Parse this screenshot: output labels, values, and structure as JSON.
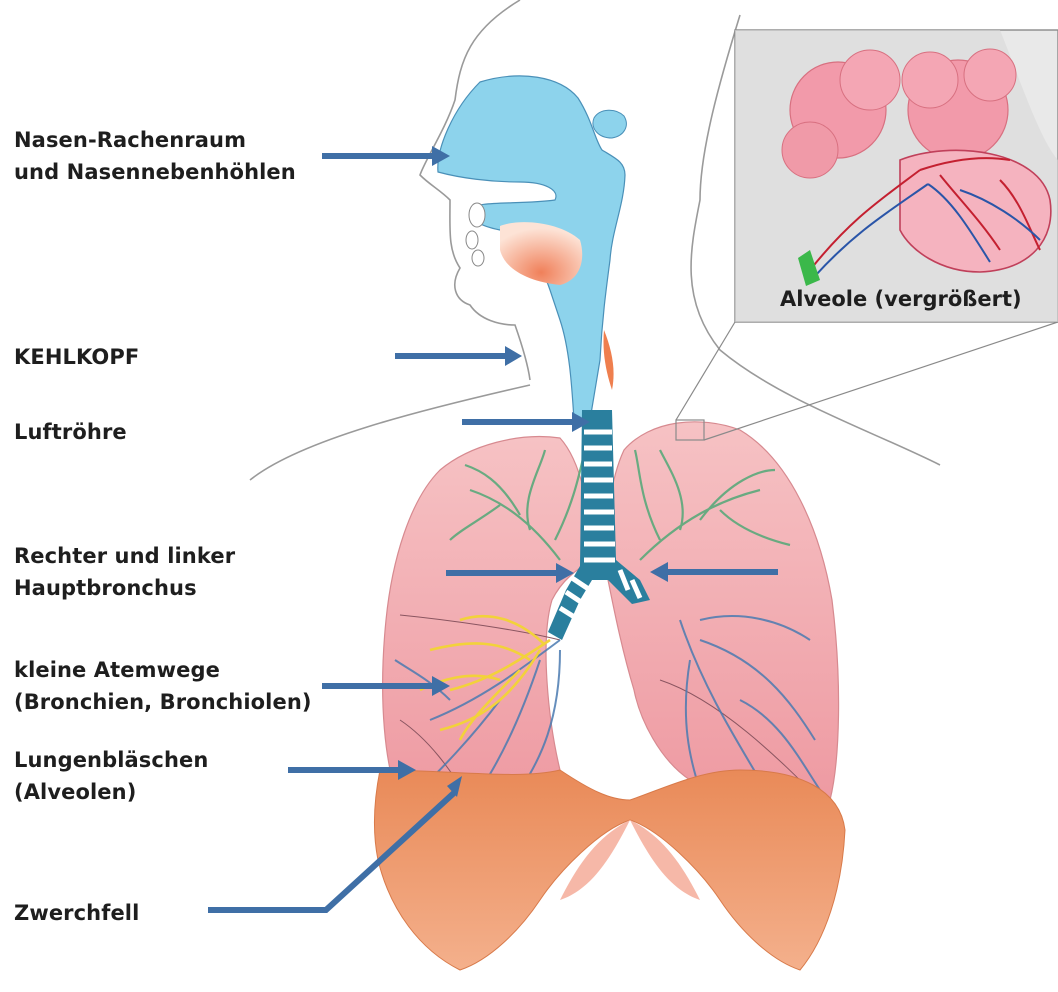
{
  "labels": {
    "nasopharynx_1": "Nasen-Rachenraum",
    "nasopharynx_2": "und Nasennebenhöhlen",
    "larynx": "KEHLKOPF",
    "trachea": "Luftröhre",
    "bronchus_1": "Rechter und linker",
    "bronchus_2": "Hauptbronchus",
    "small_airways_1": "kleine Atemwege",
    "small_airways_2": "(Bronchien, Bronchiolen)",
    "alveoli_1": "Lungenbläschen",
    "alveoli_2": "(Alveolen)",
    "diaphragm": "Zwerchfell"
  },
  "inset": {
    "caption": "Alveole (vergrößert)"
  },
  "colors": {
    "arrow": "#3f6fa6",
    "airway": "#8dd3ec",
    "lung": "#f2aab0",
    "diaphragm": "#ea8c5c",
    "bronchial_tree_green": "#5aa87a",
    "bronchial_tree_blue": "#4a7ab0",
    "small_airways_yellow": "#f2d23a"
  }
}
